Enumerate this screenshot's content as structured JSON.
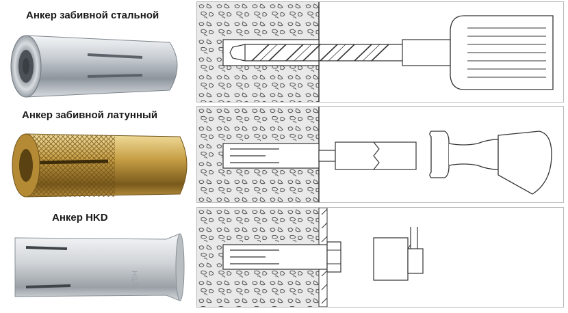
{
  "labels": {
    "anchor_steel": "Анкер забивной стальной",
    "anchor_brass": "Анкер забивной латунный",
    "anchor_hkd": "Анкер HKD"
  },
  "steps": [
    {
      "icon": "drill-bit-icon"
    },
    {
      "icon": "setting-tool-hammer-icon"
    },
    {
      "icon": "bolt-fixture-icon"
    }
  ],
  "colors": {
    "steel": "#c4c9cf",
    "brass": "#c8a24a",
    "hkd": "#d3d6da",
    "concrete": "#e6e6e6",
    "line": "#333333"
  }
}
